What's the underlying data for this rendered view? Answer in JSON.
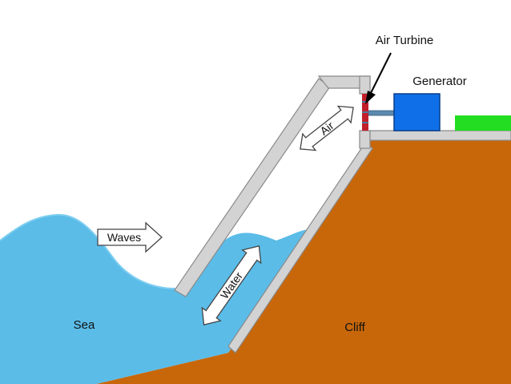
{
  "labels": {
    "air_turbine": "Air Turbine",
    "generator": "Generator",
    "air": "Air",
    "waves": "Waves",
    "water": "Water",
    "sea": "Sea",
    "cliff": "Cliff"
  },
  "colors": {
    "sea": "#5bbce8",
    "cliff": "#c8670a",
    "chamber_wall": "#d3d3d3",
    "generator": "#0f6fe8",
    "turbine": "#c0202a",
    "grass": "#22dd22",
    "arrow_fill": "#ffffff"
  }
}
